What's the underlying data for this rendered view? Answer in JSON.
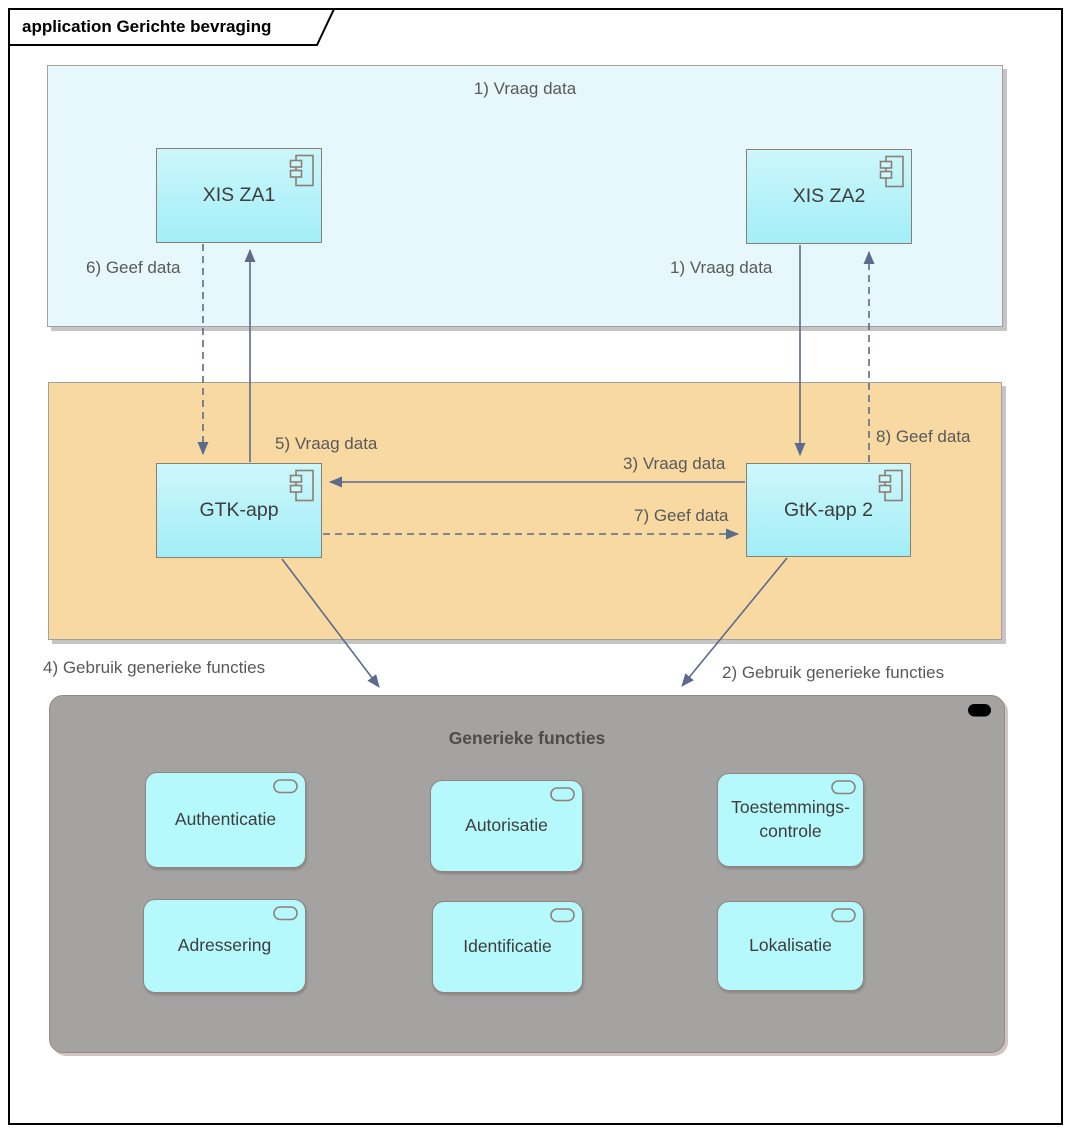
{
  "title": "application Gerichte bevraging",
  "regions": {
    "top": {
      "label": "1) Vraag data"
    },
    "generic": {
      "title": "Generieke functies"
    }
  },
  "components": {
    "xis_za1": {
      "label": "XIS ZA1"
    },
    "xis_za2": {
      "label": "XIS ZA2"
    },
    "gtk_app": {
      "label": "GTK-app"
    },
    "gtk_app2": {
      "label": "GtK-app 2"
    }
  },
  "services": {
    "authenticatie": {
      "label": "Authenticatie"
    },
    "autorisatie": {
      "label": "Autorisatie"
    },
    "toestemmingscontrole": {
      "label": "Toestemmings-controle"
    },
    "adressering": {
      "label": "Adressering"
    },
    "identificatie": {
      "label": "Identificatie"
    },
    "lokalisatie": {
      "label": "Lokalisatie"
    }
  },
  "edges": {
    "vraag1": {
      "label": "1) Vraag data"
    },
    "gebruik2": {
      "label": "2) Gebruik generieke functies"
    },
    "vraag3": {
      "label": "3) Vraag data"
    },
    "gebruik4": {
      "label": "4) Gebruik generieke functies"
    },
    "vraag5": {
      "label": "5) Vraag data"
    },
    "geef6": {
      "label": "6) Geef data"
    },
    "geef7": {
      "label": "7) Geef data"
    },
    "geef8": {
      "label": "8) Geef data"
    }
  },
  "colors": {
    "region_blue": "#e7f8fc",
    "region_orange": "#f9d9a2",
    "region_gray": "#a5a2a2",
    "component_fill_top": "#cdf7fb",
    "component_fill_bottom": "#a2eef7",
    "service_fill": "#b6f9fd",
    "shape_border": "#8b7e74",
    "arrow": "#5b6b8c",
    "label_text": "#595959",
    "shape_text": "#3d3d3d"
  }
}
